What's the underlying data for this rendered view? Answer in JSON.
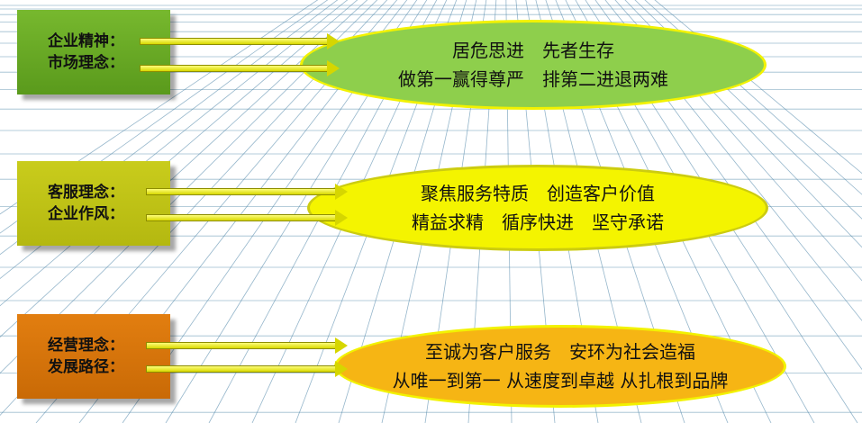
{
  "groups": [
    {
      "labels": [
        "企业精神：",
        "市场理念："
      ],
      "lines": [
        "居危思进　先者生存",
        "做第一赢得尊严　排第二进退两难"
      ],
      "box_color": "#6aaa24",
      "ellipse_color": "#8ecf4c"
    },
    {
      "labels": [
        "客服理念：",
        "企业作风："
      ],
      "lines": [
        "聚焦服务特质　创造客户价值",
        "精益求精　循序快进　坚守承诺"
      ],
      "box_color": "#c0c316",
      "ellipse_color": "#f4f400"
    },
    {
      "labels": [
        "经营理念：",
        "发展路径："
      ],
      "lines": [
        "至诚为客户服务　安环为社会造福",
        "从唯一到第一  从速度到卓越  从扎根到品牌"
      ],
      "box_color": "#d8750c",
      "ellipse_color": "#f6b514"
    }
  ],
  "colors": {
    "grid": "#4f86a8",
    "arrow": "#e6e600",
    "ellipse_border": "#f2f200"
  }
}
